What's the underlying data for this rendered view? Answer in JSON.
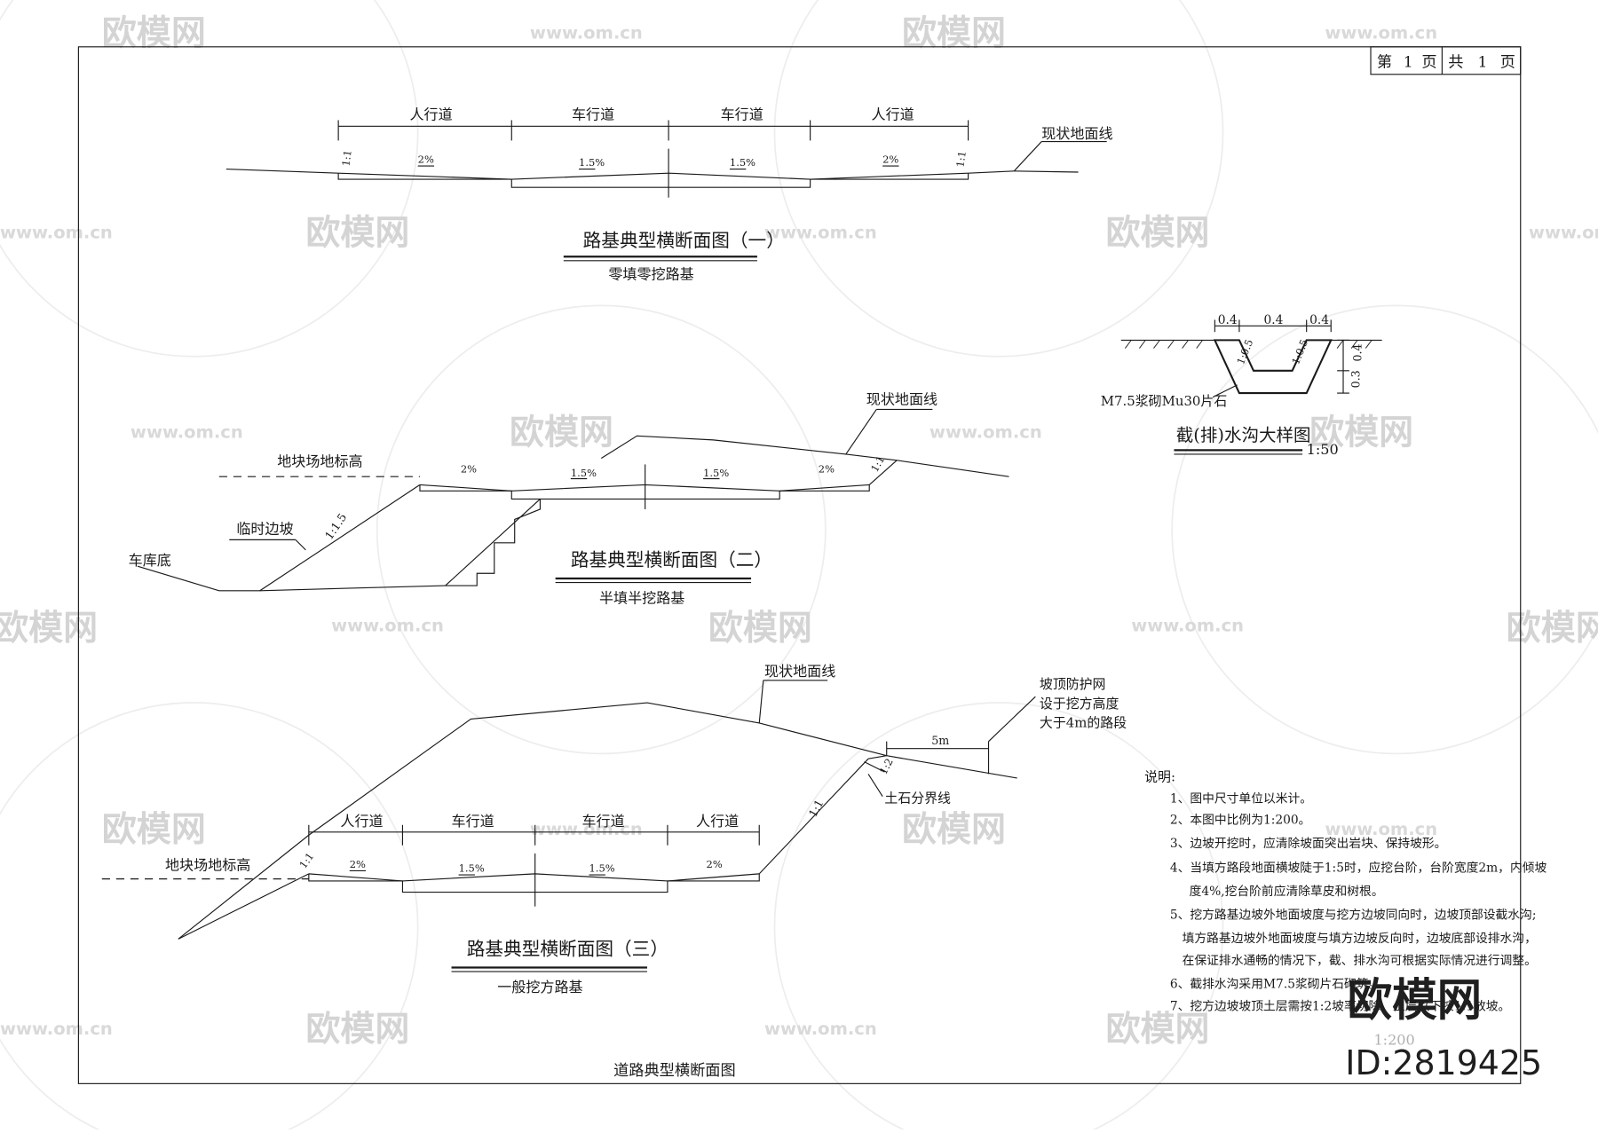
{
  "page_header": {
    "page_label_prefix": "第",
    "page_no": "1",
    "page_label_mid": "页",
    "total_label_prefix": "共",
    "total_no": "1",
    "total_label_suffix": "页"
  },
  "section1": {
    "labels": [
      "人行道",
      "车行道",
      "车行道",
      "人行道"
    ],
    "slopes": [
      "1:1",
      "2%",
      "1.5%",
      "1.5%",
      "2%",
      "1:1"
    ],
    "ground_line": "现状地面线",
    "title": "路基典型横断面图（一）",
    "subtitle": "零填零挖路基"
  },
  "section2": {
    "ground_line": "现状地面线",
    "site_level": "地块场地标高",
    "temp_slope": "临时边坡",
    "slope_ratio": "1:1.5",
    "garage_floor": "车库底",
    "slopes": [
      "2%",
      "1.5%",
      "1.5%",
      "2%",
      "1:1"
    ],
    "title": "路基典型横断面图（二）",
    "subtitle": "半填半挖路基"
  },
  "section3": {
    "labels": [
      "人行道",
      "车行道",
      "车行道",
      "人行道"
    ],
    "ground_line": "现状地面线",
    "site_level": "地块场地标高",
    "slopes": [
      "1:1",
      "2%",
      "1.5%",
      "1.5%",
      "2%"
    ],
    "cut_slope": "1:1",
    "top_slope": "1:2",
    "net_note": [
      "坡顶防护网",
      "设于挖方高度",
      "大于4m的路段"
    ],
    "bench_width": "5m",
    "soil_rock_line": "土石分界线",
    "title": "路基典型横断面图（三）",
    "subtitle": "一般挖方路基"
  },
  "ditch": {
    "dims_top": [
      "0.4",
      "0.4",
      "0.4"
    ],
    "side_slopes": [
      "1:0.5",
      "1:0.5"
    ],
    "dims_right": [
      "0.4",
      "0.3"
    ],
    "material": "M7.5浆砌Mu30片石",
    "title": "截(排)水沟大样图",
    "scale": "1:50"
  },
  "notes": {
    "heading": "说明:",
    "lines": [
      "1、图中尺寸单位以米计。",
      "2、本图中比例为1:200。",
      "3、边坡开挖时，应清除坡面突出岩块、保持坡形。",
      "4、当填方路段地面横坡陡于1:5时，应挖台阶，台阶宽度2m，内倾坡",
      "度4%,挖台阶前应清除草皮和树根。",
      "5、挖方路基边坡外地面坡度与挖方边坡同向时，边坡顶部设截水沟;",
      "填方路基边坡外地面坡度与填方边坡反向时，边坡底部设排水沟，",
      "在保证排水通畅的情况下，截、排水沟可根据实际情况进行调整。",
      "6、截排水沟采用M7.5浆砌片石砌筑。",
      "7、挖方边坡坡顶土层需按1:2坡率切除，土层以下按1:1放坡。"
    ]
  },
  "footer_title": "道路典型横断面图",
  "scale_note": "1:200",
  "watermark": {
    "logo": "欧模网",
    "url": "www.om.cn",
    "id": "ID:2819425"
  },
  "colors": {
    "ink": "#1a1a1a",
    "watermark": "#d4d4d4",
    "paper": "#ffffff"
  }
}
